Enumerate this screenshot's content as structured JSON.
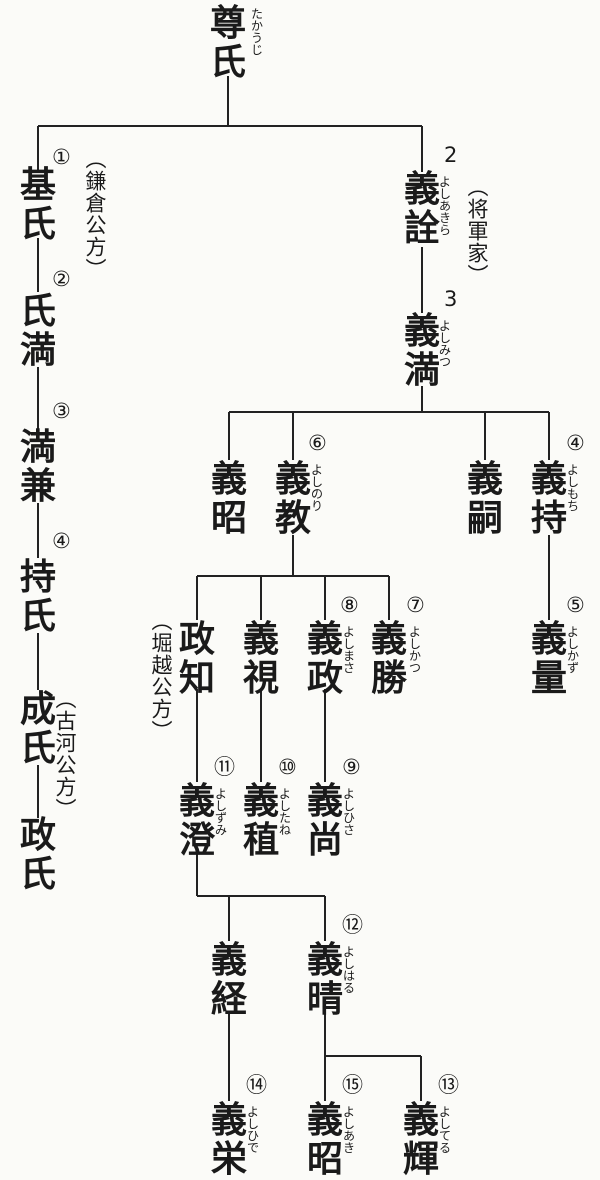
{
  "persons": {
    "takauji": {
      "name": "尊\n氏",
      "reading": "たかうじ"
    },
    "motouji": {
      "name": "基\n氏",
      "order": "①"
    },
    "ujimitsu": {
      "name": "氏\n満",
      "order": "②"
    },
    "mitsukane": {
      "name": "満\n兼",
      "order": "③"
    },
    "mochiuji": {
      "name": "持\n氏",
      "order": "④"
    },
    "shigeuji": {
      "name": "成\n氏"
    },
    "masauji": {
      "name": "政\n氏"
    },
    "yoshiakira": {
      "name": "義\n詮",
      "reading": "よしあきら",
      "order": "2"
    },
    "yoshimitsu": {
      "name": "義\n満",
      "reading": "よしみつ",
      "order": "3"
    },
    "gisho": {
      "name": "義\n昭"
    },
    "yoshinori": {
      "name": "義\n教",
      "reading": "よしのり",
      "order": "⑥"
    },
    "yoshitsugu": {
      "name": "義\n嗣"
    },
    "yoshimochi": {
      "name": "義\n持",
      "reading": "よしもち",
      "order": "④"
    },
    "yoshikazu": {
      "name": "義\n量",
      "reading": "よしかず",
      "order": "⑤"
    },
    "masatomo": {
      "name": "政\n知"
    },
    "yoshimi": {
      "name": "義\n視"
    },
    "yoshimasa": {
      "name": "義\n政",
      "reading": "よしまさ",
      "order": "⑧"
    },
    "yoshikatsu": {
      "name": "義\n勝",
      "reading": "よしかつ",
      "order": "⑦"
    },
    "yoshizumi": {
      "name": "義\n澄",
      "reading": "よしずみ",
      "order": "⑪"
    },
    "yoshitane": {
      "name": "義\n稙",
      "reading": "よしたね",
      "order": "⑩"
    },
    "yoshihisa": {
      "name": "義\n尚",
      "reading": "よしひさ",
      "order": "⑨"
    },
    "yoshitsune": {
      "name": "義\n経"
    },
    "yoshiharu": {
      "name": "義\n晴",
      "reading": "よしはる",
      "order": "⑫"
    },
    "yoshihide": {
      "name": "義\n栄",
      "reading": "よしひで",
      "order": "⑭"
    },
    "yoshiaki": {
      "name": "義\n昭",
      "reading": "よしあき",
      "order": "⑮"
    },
    "yoshiteru": {
      "name": "義\n輝",
      "reading": "よしてる",
      "order": "⑬"
    }
  },
  "labels": {
    "kamakura": "（鎌倉公方）",
    "shogun": "（将軍家）",
    "horigoe": "（堀越公方）",
    "koga": "（古河公方）"
  }
}
